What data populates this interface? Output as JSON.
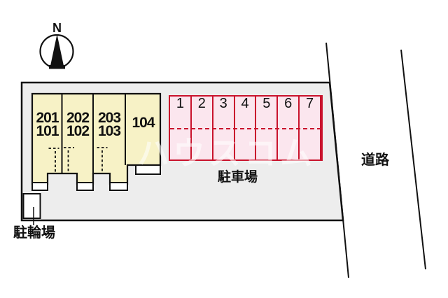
{
  "compass": {
    "label": "N"
  },
  "building": {
    "units": [
      {
        "upper": "201",
        "lower": "101"
      },
      {
        "upper": "202",
        "lower": "102"
      },
      {
        "upper": "203",
        "lower": "103"
      },
      {
        "upper": "104",
        "lower": ""
      }
    ]
  },
  "parking": {
    "label": "駐車場",
    "stall_numbers": [
      "1",
      "2",
      "3",
      "4",
      "5",
      "6",
      "7"
    ]
  },
  "bicycle_parking": {
    "label": "駐輪場"
  },
  "road": {
    "label": "道路"
  },
  "watermark": {
    "text": "ハウスコム"
  },
  "colors": {
    "lot_fill": "#ededed",
    "building_fill": "#f7f2c6",
    "parking_fill": "#fbe6ee",
    "parking_border": "#c9132c",
    "outline": "#111111"
  }
}
